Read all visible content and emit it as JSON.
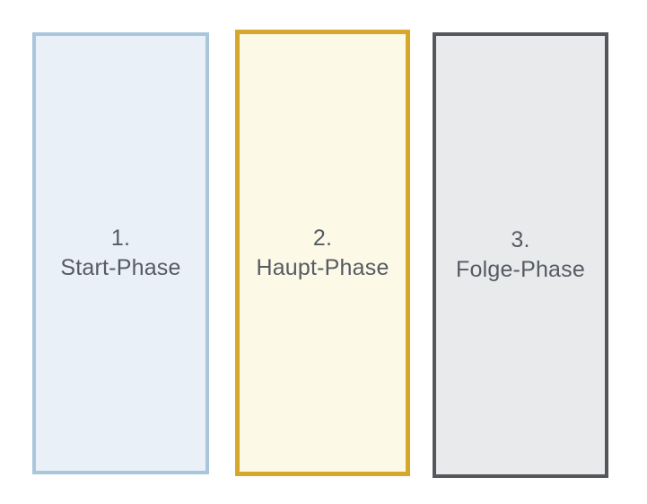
{
  "canvas": {
    "background_color": "#ffffff",
    "text_color": "#565b63"
  },
  "phases": [
    {
      "number": "1.",
      "label": "Start-Phase",
      "border_color": "#a9c6db",
      "fill_color": "#e9f0f8"
    },
    {
      "number": "2.",
      "label": "Haupt-Phase",
      "border_color": "#d5a72b",
      "fill_color": "#fdf9e7"
    },
    {
      "number": "3.",
      "label": "Folge-Phase",
      "border_color": "#54575c",
      "fill_color": "#e9eaec"
    }
  ]
}
